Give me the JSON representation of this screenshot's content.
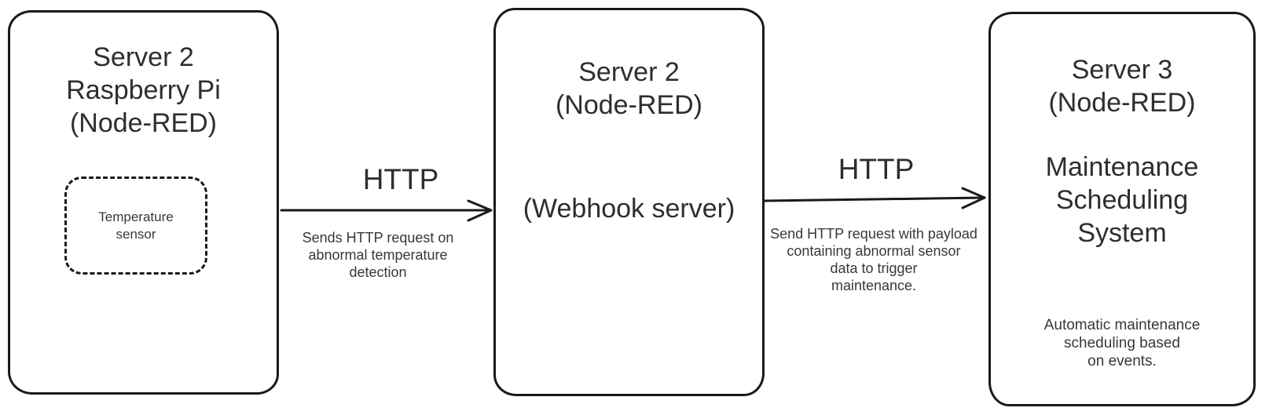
{
  "canvas": {
    "background": "#ffffff",
    "stroke_color": "#1a1a1a",
    "text_color": "#2e2e2e"
  },
  "nodes": [
    {
      "name": "server2-raspberry-pi",
      "title_lines": [
        "Server 2",
        "Raspberry Pi",
        "(Node-RED)"
      ],
      "child": {
        "name": "temperature-sensor",
        "label_lines": [
          "Temperature",
          "sensor"
        ]
      }
    },
    {
      "name": "server2-webhook",
      "title_lines": [
        "Server 2",
        "(Node-RED)"
      ],
      "subtitle": "(Webhook server)"
    },
    {
      "name": "server3-maintenance",
      "title_lines": [
        "Server 3",
        "(Node-RED)"
      ],
      "system_lines": [
        "Maintenance",
        "Scheduling",
        "System"
      ],
      "note_lines": [
        "Automatic maintenance",
        "scheduling based",
        "on events."
      ]
    }
  ],
  "edges": [
    {
      "name": "pi-to-webhook",
      "protocol": "HTTP",
      "description_lines": [
        "Sends HTTP request on",
        "abnormal temperature",
        "detection"
      ]
    },
    {
      "name": "webhook-to-maintenance",
      "protocol": "HTTP",
      "description_lines": [
        "Send HTTP request with payload",
        "containing abnormal sensor",
        "data to trigger",
        "maintenance."
      ]
    }
  ]
}
